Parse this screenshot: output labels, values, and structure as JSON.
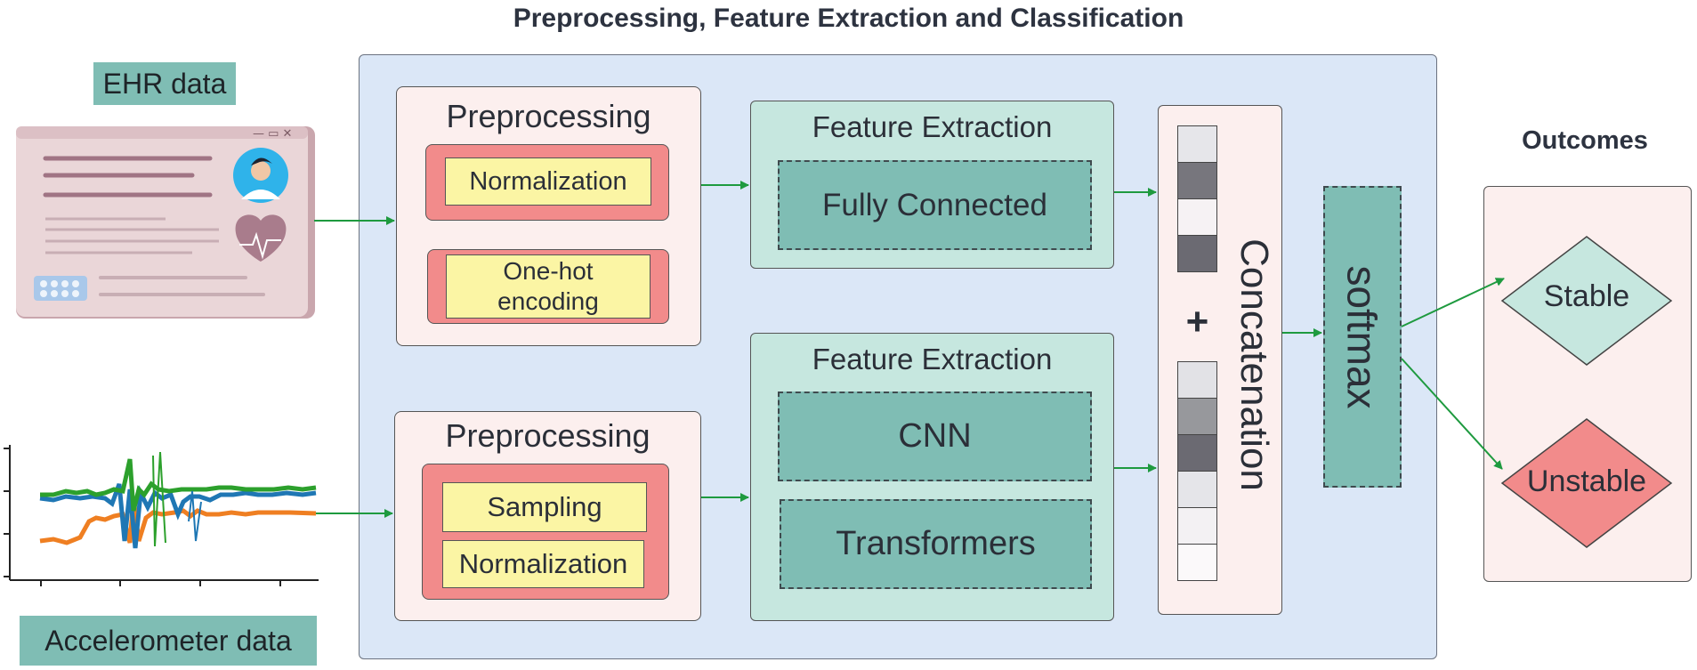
{
  "title": "Preprocessing, Feature Extraction and Classification",
  "inputs": {
    "ehr_label": "EHR data",
    "accel_label": "Accelerometer data"
  },
  "preprocessing_top": {
    "title": "Preprocessing",
    "steps": [
      "Normalization",
      "One-hot\nencoding"
    ]
  },
  "preprocessing_bottom": {
    "title": "Preprocessing",
    "steps": [
      "Sampling",
      "Normalization"
    ]
  },
  "feature_top": {
    "title": "Feature Extraction",
    "blocks": [
      "Fully Connected"
    ]
  },
  "feature_bottom": {
    "title": "Feature Extraction",
    "blocks": [
      "CNN",
      "Transformers"
    ]
  },
  "concat": {
    "label": "Concatenation",
    "plus": "+",
    "top_cells": [
      "#e6e6ea",
      "#77767d",
      "#f6f2f4",
      "#6b6a72"
    ],
    "bottom_cells": [
      "#e2e2e6",
      "#97989c",
      "#6b6a72",
      "#e5e5e9",
      "#f3f1f3",
      "#fbf9fa"
    ]
  },
  "softmax": {
    "label": "softmax"
  },
  "outcomes": {
    "title": "Outcomes",
    "stable": "Stable",
    "unstable": "Unstable"
  },
  "colors": {
    "arrow": "#1e9a3f",
    "panel": "#dbe7f7",
    "teal": "#7fbdb4",
    "red": "#f28b8b",
    "yellow": "#fbf5a4"
  }
}
